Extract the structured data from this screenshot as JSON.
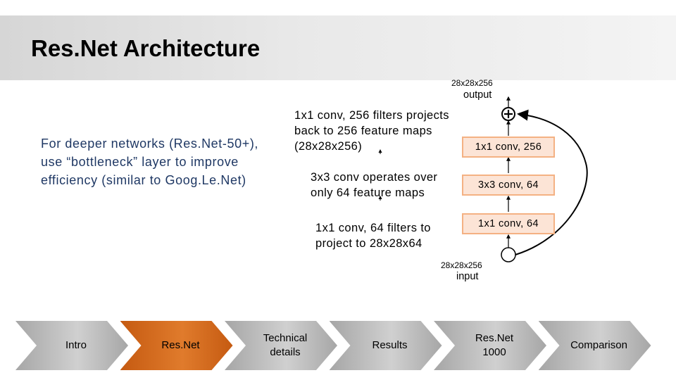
{
  "title": "Res.Net Architecture",
  "bullet_text": "For deeper networks (Res.Net-50+), use “bottleneck” layer to improve efficiency (similar to Goog.Le.Net)",
  "notes": {
    "conv1x1_256": "1x1 conv, 256 filters projects back to 256 feature maps (28x28x256)",
    "conv3x3": "3x3 conv operates over only 64 feature maps",
    "conv1x1_64": "1x1 conv, 64 filters to project to 28x28x64"
  },
  "diagram": {
    "output_dims": "28x28x256",
    "output_label": "output",
    "input_dims": "28x28x256",
    "input_label": "input",
    "layers": [
      "1x1 conv, 256",
      "3x3 conv, 64",
      "1x1 conv, 64"
    ],
    "colors": {
      "layer_fill": "#fce4d6",
      "layer_border": "#f4b183"
    }
  },
  "nav": {
    "items": [
      "Intro",
      "Res.Net",
      "Technical\ndetails",
      "Results",
      "Res.Net\n1000",
      "Comparison"
    ],
    "active_index": 1,
    "colors": {
      "active": "#c55a11",
      "inactive": "#a6a6a6",
      "active_text": "#000000",
      "inactive_text": "#000000"
    }
  }
}
